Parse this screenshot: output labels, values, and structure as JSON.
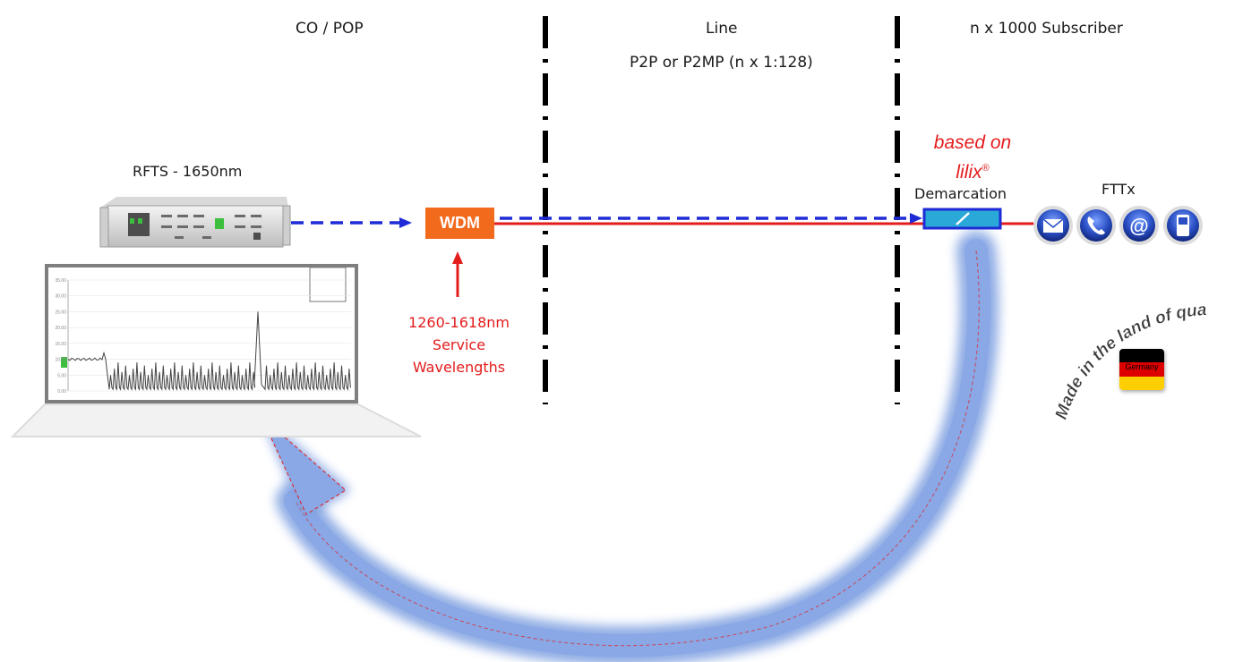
{
  "sections": {
    "co_pop": "CO / POP",
    "line": "Line",
    "line_sub": "P2P or P2MP (n x 1:128)",
    "subscriber": "n x  1000 Subscriber"
  },
  "rfts_label": "RFTS - 1650nm",
  "wdm_label": "WDM",
  "service": {
    "line1": "1260-1618nm",
    "line2": "Service",
    "line3": "Wavelengths"
  },
  "based_on": {
    "line1": "based on",
    "brand": "lilix",
    "registered": "®"
  },
  "demarcation_label": "Demarcation",
  "fttx_label": "FTTx",
  "made_in": "Made in the land of quality",
  "germany": "Germany",
  "service_icons": [
    "envelope-icon",
    "phone-icon",
    "at-icon",
    "mobile-icon"
  ],
  "chart_data": {
    "type": "line",
    "y_ticks": [
      "35.00",
      "30.00",
      "25.00",
      "20.00",
      "15.00",
      "10.00",
      "5.00",
      "0.00"
    ],
    "ylim": [
      0,
      35
    ],
    "grid": true
  },
  "colors": {
    "fiber_red": "#e31c1c",
    "signal_blue": "#1f2bd6",
    "wdm_orange": "#f26b1d",
    "demarcation_cyan": "#2aa8d8",
    "arrow_glow": "#7b9ee0",
    "icon_blue": "#2a4fc4"
  }
}
